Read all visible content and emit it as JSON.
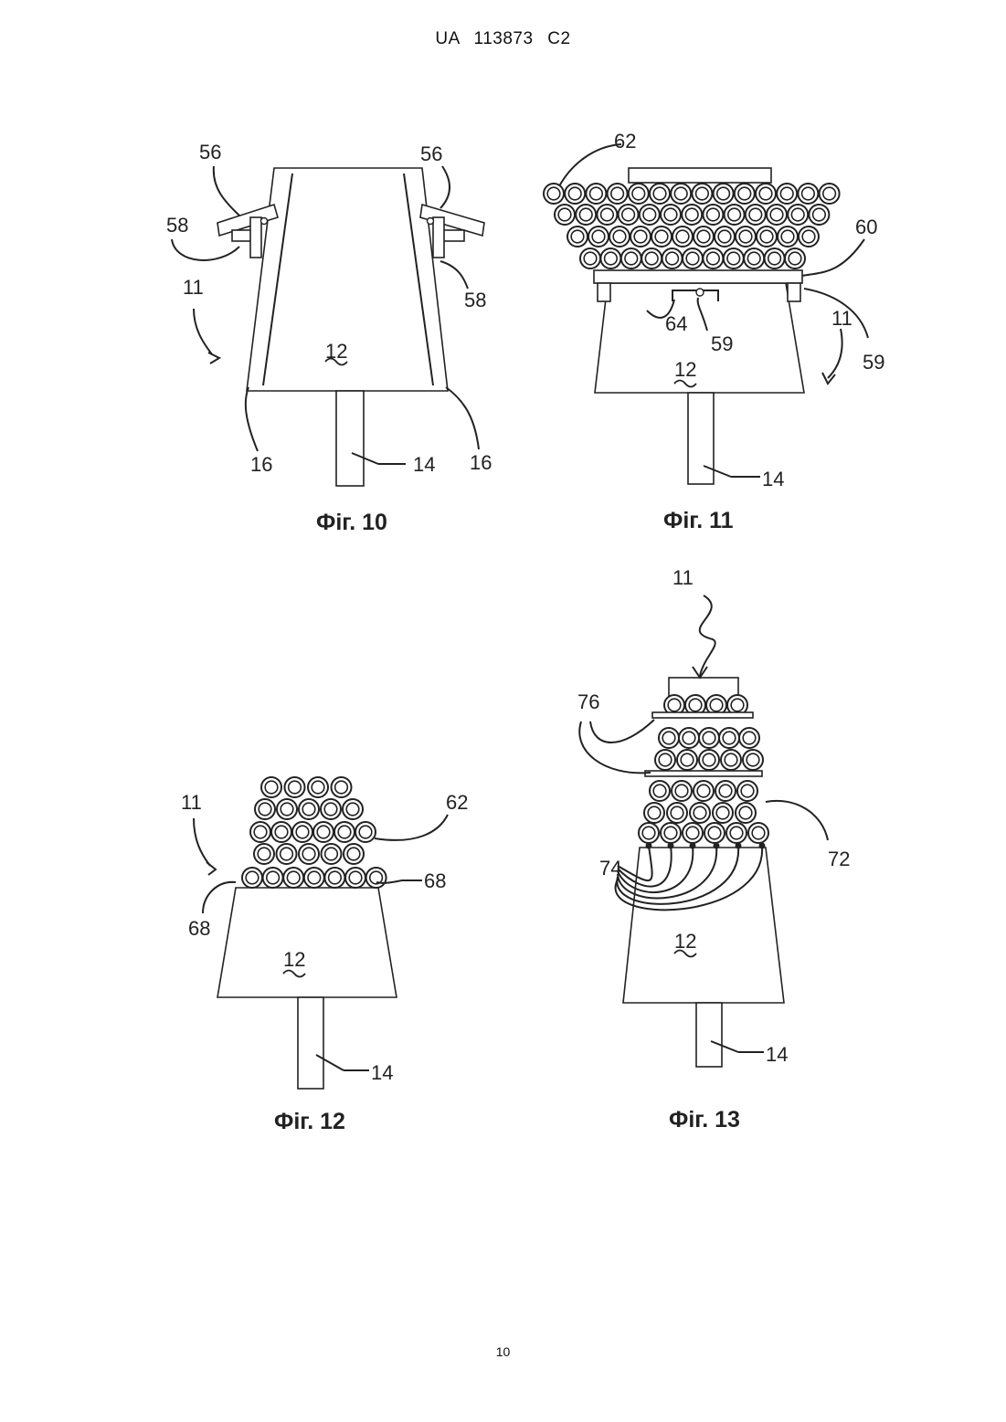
{
  "header": {
    "doc_id": "UA 113873 C2"
  },
  "page": {
    "number": "10"
  },
  "figures": [
    {
      "caption": "Фiг. 10",
      "labels": [
        "56",
        "56",
        "58",
        "58",
        "11",
        "12",
        "16",
        "16",
        "14"
      ]
    },
    {
      "caption": "Фiг. 11",
      "labels": [
        "62",
        "60",
        "64",
        "59",
        "59",
        "11",
        "12",
        "14"
      ]
    },
    {
      "caption": "Фiг. 12",
      "labels": [
        "11",
        "62",
        "68",
        "68",
        "12",
        "14"
      ]
    },
    {
      "caption": "Фiг. 13",
      "labels": [
        "11",
        "76",
        "72",
        "74",
        "12",
        "14"
      ]
    }
  ]
}
